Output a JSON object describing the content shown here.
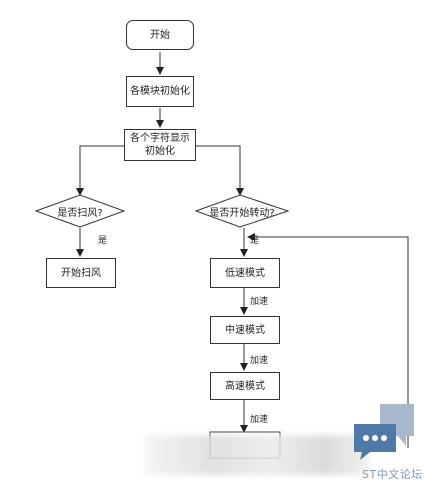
{
  "nodes": {
    "start": "开始",
    "init_modules": "各模块初始化",
    "init_chars_line1": "各个字符显示",
    "init_chars_line2": "初始化",
    "decision_sweep": "是否扫风?",
    "decision_rotate": "是否开始转动?",
    "start_sweep": "开始扫风",
    "low_speed": "低速模式",
    "mid_speed": "中速模式",
    "high_speed": "高速模式"
  },
  "edge_labels": {
    "yes_sweep": "是",
    "yes_rotate": "是",
    "accelerate_1": "加速",
    "accelerate_2": "加速",
    "accelerate_3": "加速"
  },
  "watermark": {
    "text": "ST中文论坛",
    "color": "#7d98b6"
  }
}
